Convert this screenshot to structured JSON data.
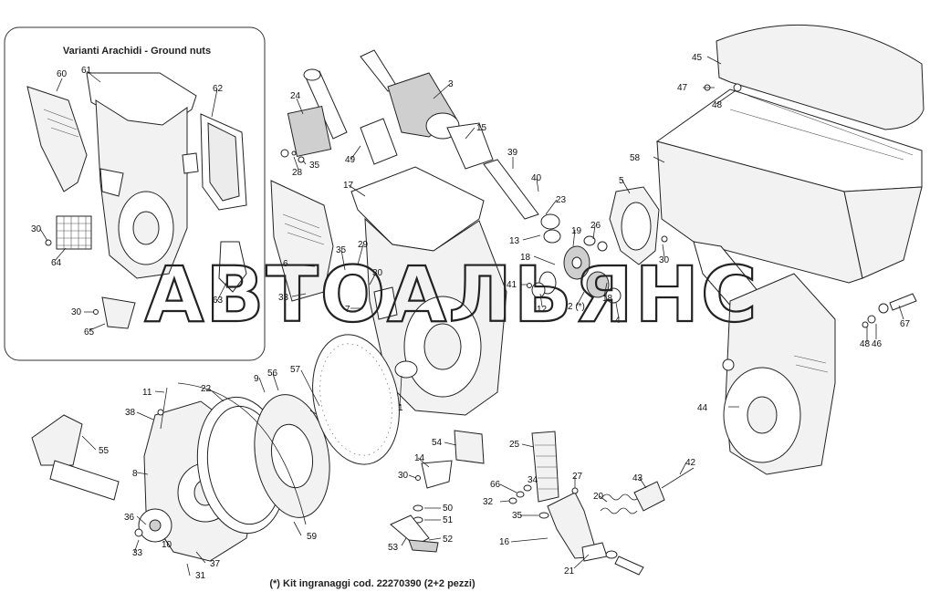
{
  "inset": {
    "title": "Varianti Arachidi - Ground nuts"
  },
  "footnote": "(*) Kit ingranaggi cod. 22270390 (2+2 pezzi)",
  "watermark": "АВТОАЛЬЯНС",
  "callouts": {
    "c60": "60",
    "c61": "61",
    "c62": "62",
    "c30a": "30",
    "c64": "64",
    "c63": "63",
    "c30b": "30",
    "c65": "65",
    "c24": "24",
    "c28": "28",
    "c35a": "35",
    "c49": "49",
    "c3": "3",
    "c15": "15",
    "c39": "39",
    "c40": "40",
    "c23": "23",
    "c17": "17",
    "c5": "5",
    "c26": "26",
    "c19": "19",
    "c13": "13",
    "c18a": "18",
    "c6": "6",
    "c29": "29",
    "c35b": "35",
    "c30c": "30",
    "c33a": "33",
    "c41": "41",
    "c12": "12",
    "c2": "2 (*)",
    "c18b": "18",
    "c30d": "30",
    "c4": "4",
    "c7": "7",
    "c1": "1",
    "c45": "45",
    "c47": "47",
    "c48a": "48",
    "c58": "58",
    "c67": "67",
    "c46": "46",
    "c48b": "48",
    "c44": "44",
    "c11": "11",
    "c22": "22",
    "c9": "9",
    "c56": "56",
    "c57": "57",
    "c38": "38",
    "c55": "55",
    "c8": "8",
    "c36": "36",
    "c10": "10",
    "c33b": "33",
    "c37": "37",
    "c31": "31",
    "c59": "59",
    "c54": "54",
    "c14": "14",
    "c30e": "30",
    "c50": "50",
    "c51": "51",
    "c53": "53",
    "c52": "52",
    "c25": "25",
    "c66": "66",
    "c34": "34",
    "c32": "32",
    "c35c": "35",
    "c27": "27",
    "c16": "16",
    "c42": "42",
    "c43": "43",
    "c20": "20",
    "c21": "21"
  }
}
